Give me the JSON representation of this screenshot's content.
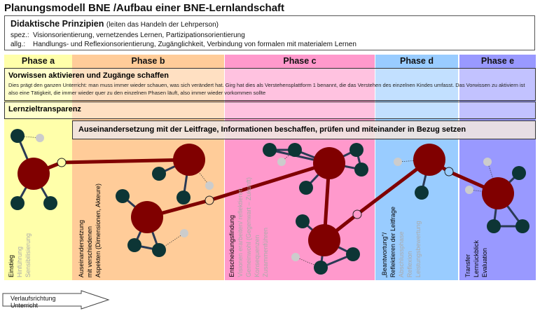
{
  "title": "Planungsmodell BNE /Aufbau einer BNE-Lernlandschaft",
  "principles": {
    "heading": "Didaktische Prinzipien",
    "note": "(leiten das Handeln der Lehrperson)",
    "spez_label": "spez.:",
    "spez": "Visionsorientierung, vernetzendes Lernen, Partizipationsorientierung",
    "allg_label": "allg.:",
    "allg": "Handlungs- und Reflexionsorientierung, Zugänglichkeit, Verbindung von formalen mit materialem Lernen"
  },
  "phases": [
    {
      "label": "Phase a",
      "color": "#ffff99",
      "lines": [
        "Einstieg"
      ],
      "grey": [
        "Hinführung",
        "Sensibilisierung"
      ]
    },
    {
      "label": "Phase b",
      "color": "#ffcc99",
      "lines": [
        "Auseinandersetzung",
        "mit verschiedenen",
        "Aspekten (Dimensionen, Akteure)"
      ],
      "grey": []
    },
    {
      "label": "Phase c",
      "color": "#ff99cc",
      "lines": [
        "Entscheidungsfindung"
      ],
      "grey": [
        "Visionen erarbeiten/ reflektieren",
        "Gemeinwohl (Gegenwart – Zukunft)",
        "Konsequenzen",
        "Zusammenführen"
      ]
    },
    {
      "label": "Phase d",
      "color": "#99ccff",
      "lines": [
        "„Beantwortung\"/",
        "Reflektieren der Leitfrage"
      ],
      "grey": [
        "Abschlussphase",
        "Reflexion",
        "Leistungsbewertung"
      ]
    },
    {
      "label": "Phase e",
      "color": "#9999ff",
      "lines": [
        "Transfer",
        "Lernrückblick",
        "Evaluation"
      ],
      "grey": []
    }
  ],
  "bands": {
    "vorwissen_title": "Vorwissen aktivieren und Zugänge schaffen",
    "vorwissen_text": "Dies prägt den ganzen Unterricht: man muss immer wieder schauen, was sich verändert hat. Girg hat dies als Verstehensplattform 1 benannt, die das Verstehen des einzelnen Kindes umfasst. Das Vorwissen zu aktiviern ist also eine Tätigkeit, die immer wieder quer zu den einzelnen Phasen läuft, also immer wieder vorkommen sollte",
    "lernziel": "Lernzieltransparenz",
    "auseinander": "Auseinandersetzung mit der Leitfrage, Informationen beschaffen, prüfen und miteinander in Bezug setzen"
  },
  "arrow_label": "Verlaufsrichtung Unterricht",
  "colors": {
    "main_node": "#800000",
    "sub_node": "#0d3535",
    "grey_node": "#cccccc"
  }
}
